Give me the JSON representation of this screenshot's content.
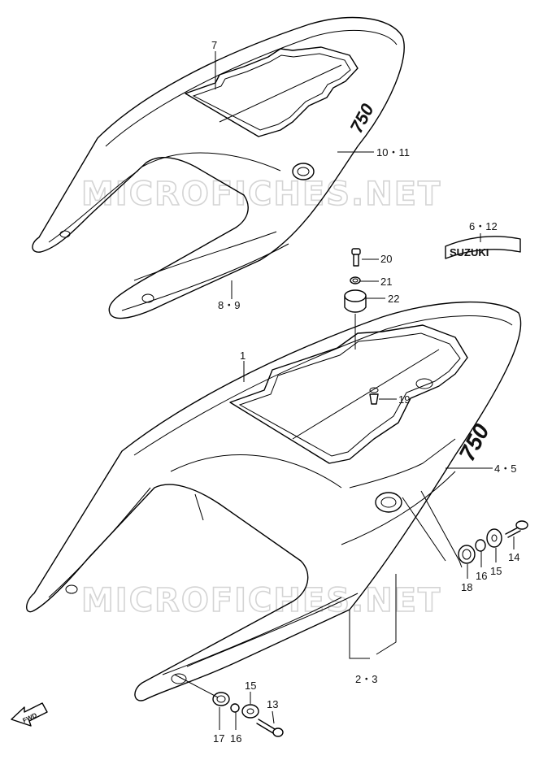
{
  "watermarks": [
    "MICROFICHES.NET",
    "MICROFICHES.NET"
  ],
  "emblem": "SUZUKI",
  "badge": "750",
  "fwd": "FWD",
  "callouts": {
    "c7": "7",
    "c10_11": "10・11",
    "c8_9": "8・9",
    "c6_12": "6・12",
    "c20": "20",
    "c21": "21",
    "c22": "22",
    "c1": "1",
    "c19": "19",
    "c4_5": "4・5",
    "c14": "14",
    "c18": "18",
    "c16a": "16",
    "c15a": "15",
    "c2_3": "2・3",
    "c15b": "15",
    "c13": "13",
    "c17": "17",
    "c16b": "16"
  }
}
